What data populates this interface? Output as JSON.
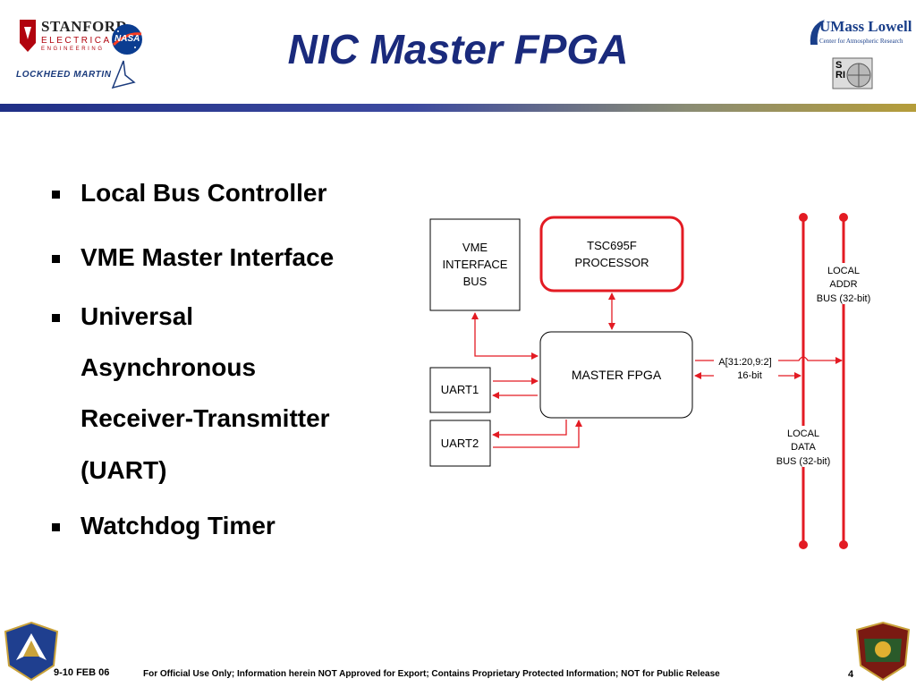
{
  "slide": {
    "title": "NIC Master FPGA",
    "bullets": [
      "Local Bus Controller",
      "VME Master Interface",
      "Universal",
      "Asynchronous",
      "Receiver-Transmitter",
      "(UART)",
      "Watchdog Timer"
    ]
  },
  "logos": {
    "stanford_line1": "STANFORD",
    "stanford_line2": "ELECTRICAL",
    "stanford_line3": "ENGINEERING",
    "nasa": "NASA",
    "lockheed": "LOCKHEED MARTIN",
    "umass": "UMass Lowell",
    "umass_sub": "Center for Atmospheric Research",
    "sri": "SRI"
  },
  "diagram": {
    "vme_box": [
      "VME",
      "INTERFACE",
      "BUS"
    ],
    "processor_box": [
      "TSC695F",
      "PROCESSOR"
    ],
    "fpga_box": "MASTER FPGA",
    "uart1": "UART1",
    "uart2": "UART2",
    "addr_label": [
      "A[31:20,9:2]",
      "16-bit"
    ],
    "local_addr": [
      "LOCAL",
      "ADDR",
      "BUS (32-bit)"
    ],
    "local_data": [
      "LOCAL",
      "DATA",
      "BUS (32-bit)"
    ]
  },
  "footer": {
    "date": "9-10 FEB 06",
    "notice": "For Official Use Only; Information herein NOT Approved for Export; Contains Proprietary Protected Information; NOT for Public Release",
    "page": "4"
  },
  "colors": {
    "title": "#1a2a7c",
    "bus_red": "#e31b23",
    "rule_blue": "#1f2f86",
    "rule_gold": "#b59d3a"
  }
}
